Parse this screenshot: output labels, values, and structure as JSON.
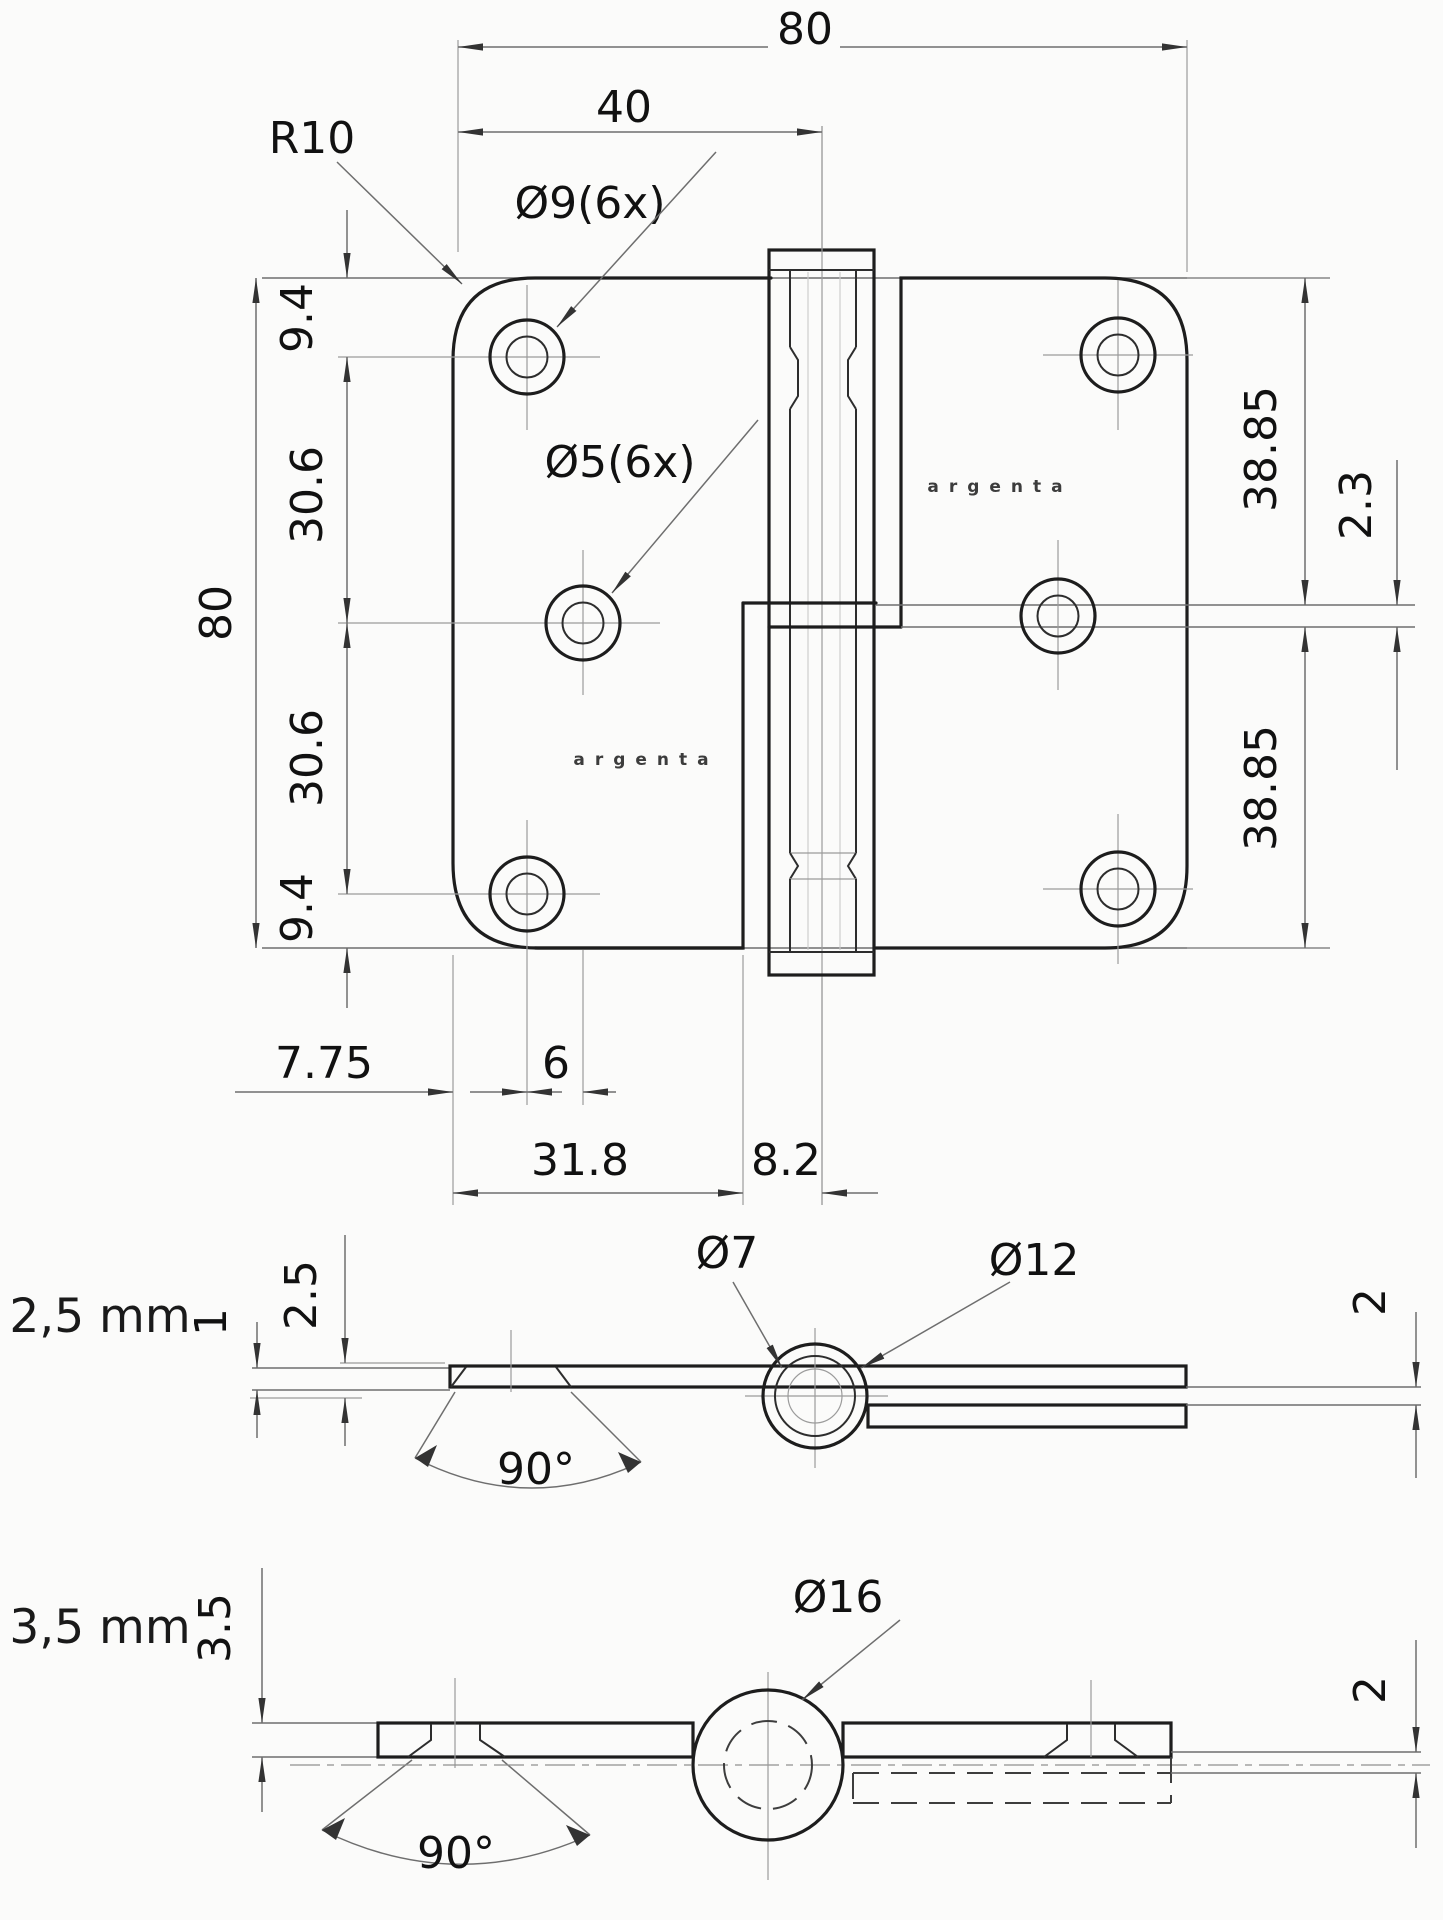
{
  "drawing": {
    "brand": "argenta",
    "top_view": {
      "dim_width_total": "80",
      "dim_width_half": "40",
      "dim_corner_radius": "R10",
      "dim_hole_countersink": "Ø9(6x)",
      "dim_hole_core": "Ø5(6x)",
      "dim_height_total": "80",
      "dim_left_chain": [
        "9.4",
        "30.6",
        "30.6",
        "9.4"
      ],
      "dim_right_top": "38.85",
      "dim_right_offset": "2.3",
      "dim_right_bottom": "38.85",
      "dim_edge_to_hole": "7.75",
      "dim_hole_column_offset": "6",
      "dim_leaf_width": "31.8",
      "dim_leaf_to_center": "8.2",
      "brand_left": "argenta",
      "brand_right": "argenta"
    },
    "section_25mm": {
      "label": "2,5 mm",
      "dim_gap": "1",
      "dim_thickness": "2.5",
      "dim_pin": "Ø7",
      "dim_knuckle": "Ø12",
      "dim_countersink_angle": "90°",
      "dim_offset": "2"
    },
    "section_35mm": {
      "label": "3,5 mm",
      "dim_thickness": "3.5",
      "dim_knuckle": "Ø16",
      "dim_countersink_angle": "90°",
      "dim_offset": "2"
    }
  }
}
